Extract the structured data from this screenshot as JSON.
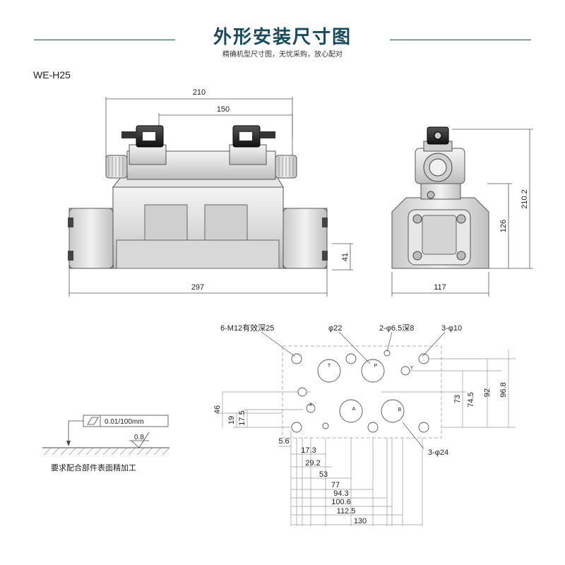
{
  "header": {
    "title": "外形安装尺寸图",
    "subtitle": "精确机型尺寸图，无忧采购，放心配对",
    "model": "WE-H25"
  },
  "front_view": {
    "dim_total_width": "210",
    "dim_inner_width": "150",
    "dim_base_length": "297",
    "dim_height_41": "41"
  },
  "side_view": {
    "dim_width": "117",
    "dim_height_126": "126",
    "dim_total_height": "210.2"
  },
  "mounting": {
    "label_holes_m12": "6-M12有效深25",
    "label_phi22": "φ22",
    "label_pin": "2-φ6.5深8",
    "label_3phi10": "3-φ10",
    "label_3phi24": "3-φ24",
    "port_T": "T",
    "port_P": "P",
    "port_A": "A",
    "port_B": "B",
    "port_X": "X",
    "port_Y": "Y",
    "dims_horizontal": [
      "5.6",
      "17.3",
      "29.2",
      "53",
      "77",
      "94.3",
      "100.6",
      "112.5",
      "130"
    ],
    "dims_vertical": [
      "19",
      "17.5",
      "46",
      "73",
      "74.5",
      "92",
      "96.8"
    ]
  },
  "surface": {
    "tolerance": "0.01/100mm",
    "roughness": "0.8",
    "note": "要求配合部件表面精加工"
  }
}
